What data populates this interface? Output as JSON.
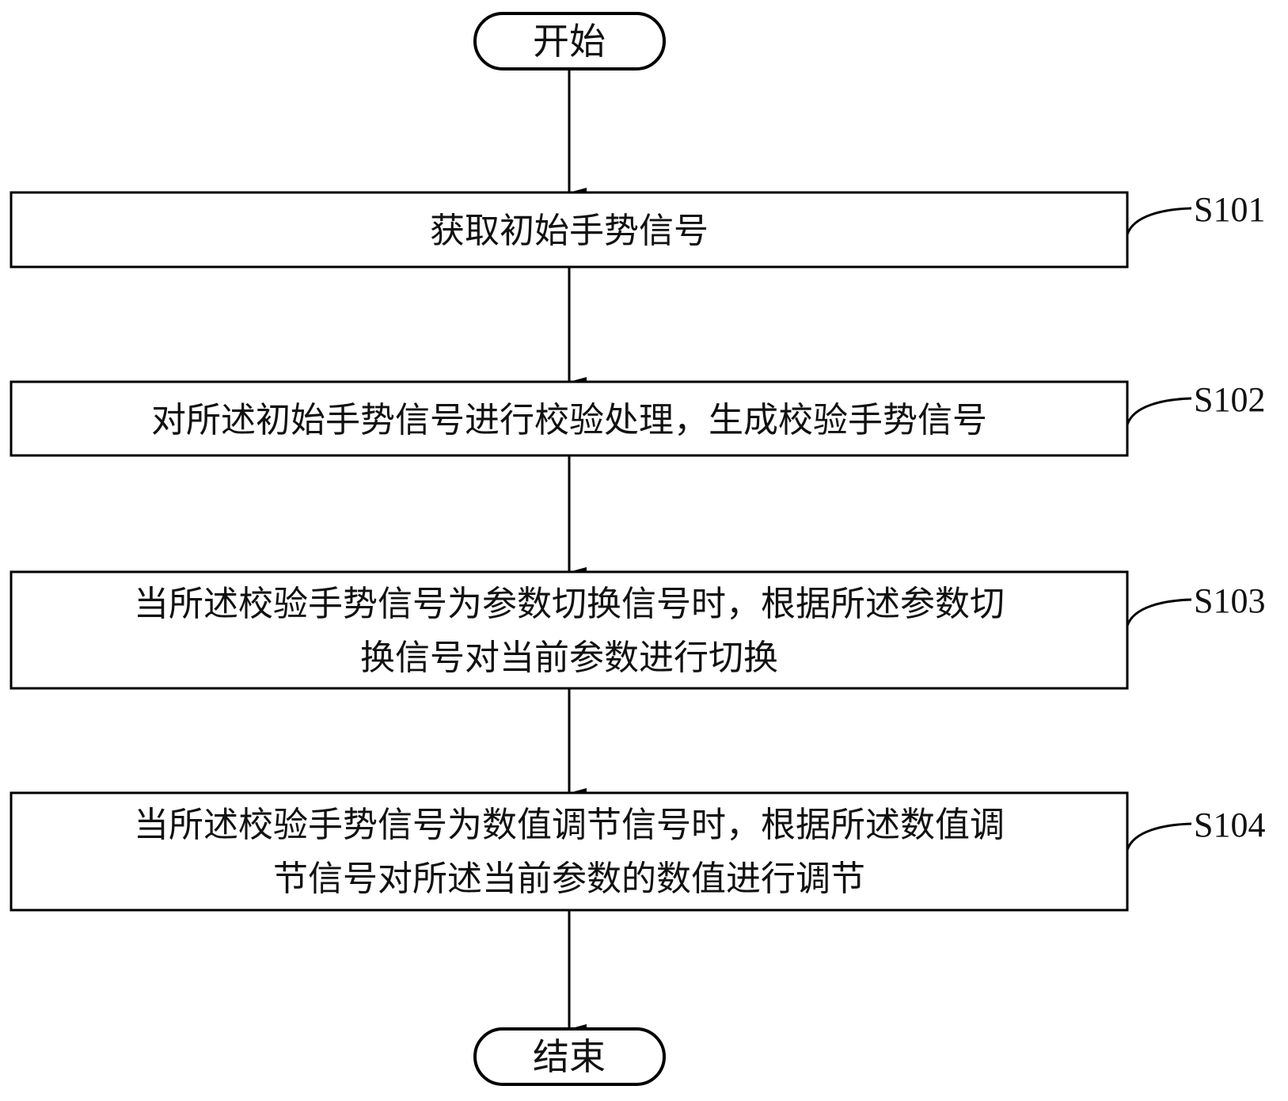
{
  "diagram": {
    "type": "flowchart",
    "start": {
      "label": "开始"
    },
    "end": {
      "label": "结束"
    },
    "steps": [
      {
        "id": "S101",
        "lines": [
          "获取初始手势信号"
        ]
      },
      {
        "id": "S102",
        "lines": [
          "对所述初始手势信号进行校验处理，生成校验手势信号"
        ]
      },
      {
        "id": "S103",
        "lines": [
          "当所述校验手势信号为参数切换信号时，根据所述参数切",
          "换信号对当前参数进行切换"
        ]
      },
      {
        "id": "S104",
        "lines": [
          "当所述校验手势信号为数值调节信号时，根据所述数值调",
          "节信号对所述当前参数的数值进行调节"
        ]
      }
    ],
    "edges": [
      {
        "from": "start",
        "to": "S101"
      },
      {
        "from": "S101",
        "to": "S102"
      },
      {
        "from": "S102",
        "to": "S103"
      },
      {
        "from": "S103",
        "to": "S104"
      },
      {
        "from": "S104",
        "to": "end"
      }
    ]
  }
}
